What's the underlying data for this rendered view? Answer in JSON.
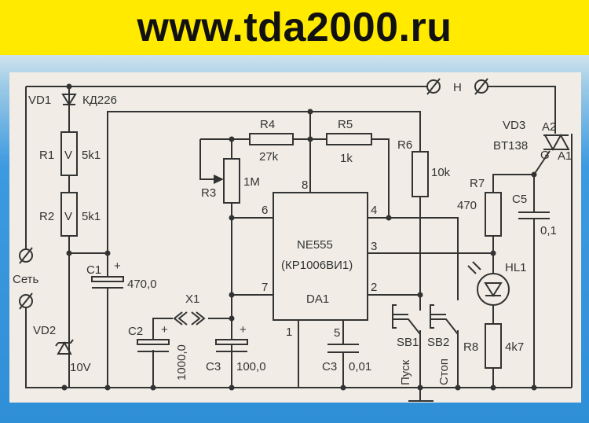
{
  "banner": {
    "text": "www.tda2000.ru"
  },
  "labels": {
    "vd1": "VD1",
    "vd1_type": "КД226",
    "r1": "R1",
    "r1_val": "5k1",
    "r2": "R2",
    "r2_val": "5k1",
    "v": "V",
    "mains": "Сеть",
    "load": "Н",
    "c1": "C1",
    "c1_val": "470,0",
    "plus": "+",
    "vd2": "VD2",
    "vd2_val": "10V",
    "r3": "R3",
    "r3_val": "1M",
    "r4": "R4",
    "r4_val": "27k",
    "r5": "R5",
    "r5_val": "1k",
    "r6": "R6",
    "r6_val": "10k",
    "ic_name": "NE555",
    "ic_alt": "(КР1006ВИ1)",
    "ic_ref": "DA1",
    "pin8": "8",
    "pin6": "6",
    "pin7": "7",
    "pin4": "4",
    "pin3": "3",
    "pin2": "2",
    "pin1": "1",
    "pin5": "5",
    "x1": "X1",
    "c2": "C2",
    "c2_val": "1000,0",
    "c3": "C3",
    "c3_val": "100,0",
    "c3b": "C3",
    "c3b_val": "0,01",
    "sb1": "SB1",
    "sb1_name": "Пуск",
    "sb2": "SB2",
    "sb2_name": "Стоп",
    "vd3": "VD3",
    "vd3_type": "BT138",
    "a2": "A2",
    "a1": "A1",
    "g": "G",
    "r7": "R7",
    "r7_val": "470",
    "c5": "C5",
    "c5_val": "0,1",
    "hl1": "HL1",
    "r8": "R8",
    "r8_val": "4k7"
  },
  "colors": {
    "banner": "#ffea00",
    "paper": "#f1ede6",
    "frame": "#2f8fd6",
    "ink": "#333333"
  }
}
